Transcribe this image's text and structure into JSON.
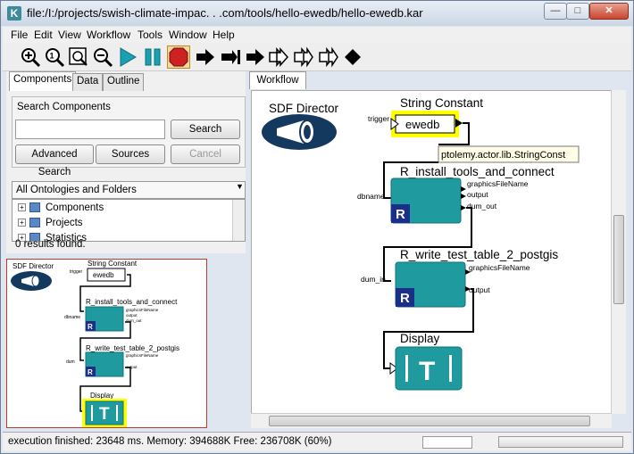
{
  "window": {
    "title": "file:/I:/projects/swish-climate-impac. . .com/tools/hello-ewedb/hello-ewedb.kar",
    "app_icon": "K",
    "controls": [
      "minimize-icon",
      "maximize-icon",
      "close-icon"
    ]
  },
  "menu": [
    "File",
    "Edit",
    "View",
    "Workflow",
    "Tools",
    "Window",
    "Help"
  ],
  "toolbar": [
    "zoom-in-icon",
    "zoom-reset-icon",
    "zoom-fit-icon",
    "zoom-out-icon",
    "run-icon",
    "pause-icon",
    "stop-icon",
    "step-forward-icon",
    "step-end-icon",
    "step-icon",
    "fast-forward-icon",
    "skip-icon",
    "skip-all-icon",
    "diamond-icon"
  ],
  "left": {
    "tabs": [
      "Components",
      "Data",
      "Outline"
    ],
    "search": {
      "legend": "Search Components",
      "value": "",
      "buttons": {
        "search": "Search",
        "advanced": "Advanced Search",
        "sources": "Sources",
        "cancel": "Cancel"
      }
    },
    "ontology": "All Ontologies and Folders",
    "tree": [
      "Components",
      "Projects",
      "Statistics"
    ],
    "results": "0 results found."
  },
  "workflow": {
    "tab": "Workflow",
    "director": "SDF Director",
    "actors": {
      "string_constant": {
        "title": "String Constant",
        "value": "ewedb",
        "port_in": "trigger"
      },
      "tooltip": "ptolemy.actor.lib.StringConst",
      "install": {
        "title": "R_install_tools_and_connect",
        "port_in": "dbname",
        "ports_out": [
          "graphicsFileName",
          "output",
          "dum_out"
        ],
        "badge": "R"
      },
      "write": {
        "title": "R_write_test_table_2_postgis",
        "port_in": "dum_in",
        "ports_out": [
          "graphicsFileName",
          "output"
        ],
        "badge": "R"
      },
      "display": {
        "title": "Display",
        "glyph": "T"
      }
    }
  },
  "preview": {
    "director": "SDF Director",
    "string_constant": "String Constant",
    "value": "ewedb",
    "trigger": "trigger",
    "install": "R_install_tools_and_connect",
    "dbname": "dbname",
    "install_out": [
      "graphicsFileName",
      "output",
      "dum_out"
    ],
    "write": "R_write_test_table_2_postgis",
    "dum": "dum",
    "write_out": [
      "graphicsFileName",
      "output"
    ],
    "display": "Display"
  },
  "status": "execution finished: 23648 ms. Memory: 394688K Free: 236708K (60%)",
  "colors": {
    "actor": "#1f9a9e",
    "actor_dark": "#137275",
    "director": "#13395e",
    "highlight": "#ffff00",
    "stop": "#cc2222",
    "play": "#1aa0b0"
  }
}
